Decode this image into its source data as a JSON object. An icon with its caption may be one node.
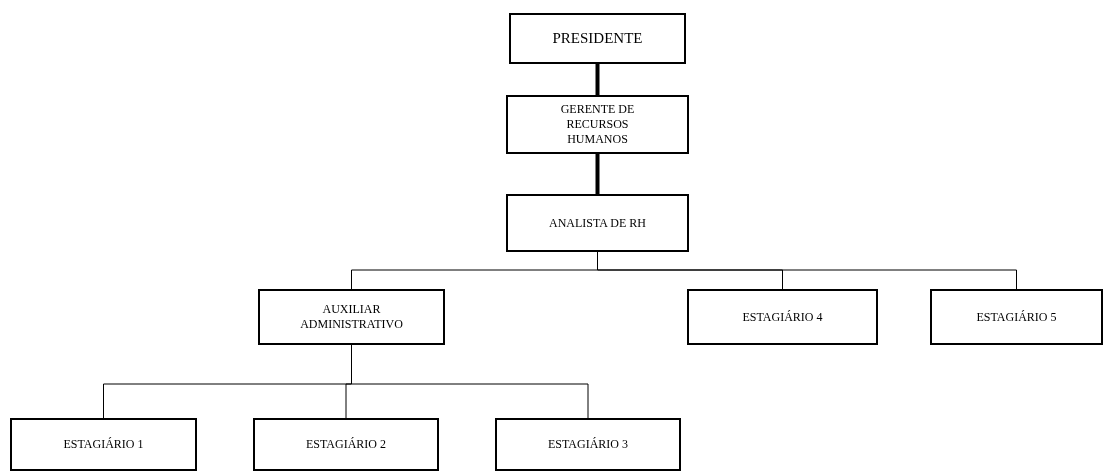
{
  "diagram": {
    "nodes": [
      {
        "text": [
          "PRESIDENTE"
        ]
      },
      {
        "text": [
          "GERENTE DE RECURSOS HUMANOS"
        ]
      },
      {
        "text": [
          "ANALISTA DE RH"
        ]
      },
      {
        "text": [
          "AUXILIAR ADMINISTRATIVO"
        ]
      },
      {
        "text": [
          "ESTAGIÁRIO 4"
        ]
      },
      {
        "text": [
          "ESTAGIÁRIO 5"
        ]
      },
      {
        "text": [
          "ESTAGIÁRIO 1"
        ]
      },
      {
        "text": [
          "ESTAGIÁRIO 2"
        ]
      },
      {
        "text": [
          "ESTAGIÁRIO 3"
        ]
      }
    ],
    "edges": [
      {
        "from": 0,
        "to": 1,
        "arrow": "none",
        "style": "thick"
      },
      {
        "from": 1,
        "to": 2,
        "arrow": "none",
        "style": "thick"
      },
      {
        "from": 2,
        "to": 3,
        "arrow": "none"
      },
      {
        "from": 2,
        "to": 4,
        "arrow": "none"
      },
      {
        "from": 2,
        "to": 5,
        "arrow": "none"
      },
      {
        "from": 3,
        "to": 6,
        "arrow": "none"
      },
      {
        "from": 3,
        "to": 7,
        "arrow": "none"
      },
      {
        "from": 3,
        "to": 8,
        "arrow": "none"
      }
    ]
  }
}
